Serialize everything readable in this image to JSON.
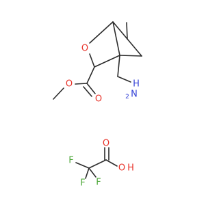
{
  "molecule": {
    "atom_labels": {
      "o_ring": "O",
      "o_carbonyl": "O",
      "o_ester": "O",
      "nh2_h": "H",
      "nh2_n": "N",
      "nh2_sub": "2"
    }
  },
  "counterion": {
    "atom_labels": {
      "o_carbonyl": "O",
      "oh_o": "O",
      "oh_h": "H",
      "f1": "F",
      "f2": "F",
      "f3": "F"
    }
  },
  "colors": {
    "bond": "#2b2b2b",
    "oxygen": "#e8332a",
    "nitrogen": "#3341d6",
    "fluorine": "#4fa83b"
  }
}
